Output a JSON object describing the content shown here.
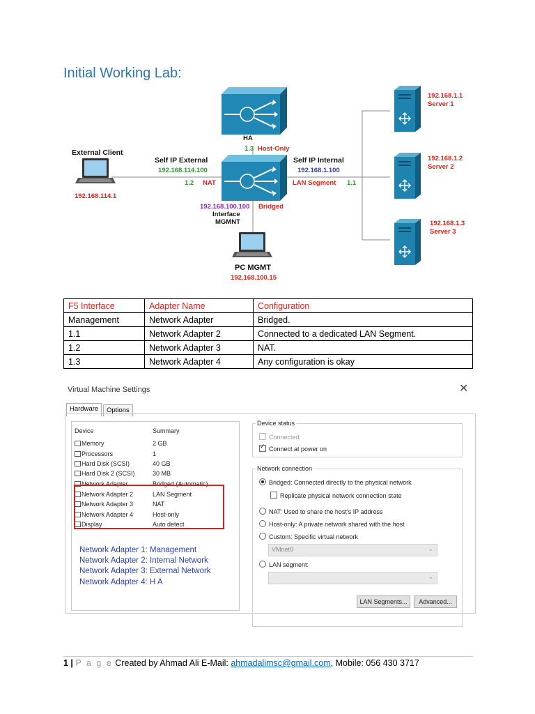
{
  "heading": "Initial Working Lab:",
  "diagram": {
    "ha_label": "HA",
    "ha_port": "1.3",
    "ha_mode": "Host-Only",
    "external_client": "External Client",
    "external_client_ip": "192.168.114.1",
    "self_ip_external": "Self IP External",
    "self_ip_external_value": "192.168.114.100",
    "ext_port": "1.2",
    "ext_mode": "NAT",
    "self_ip_internal": "Self IP Internal",
    "self_ip_internal_value": "192.168.1.100",
    "int_mode": "LAN Segment",
    "int_port": "1.1",
    "mgmt_ip": "192.168.100.100",
    "mgmt_mode": "Bridged",
    "mgmt_interface": "Interface",
    "mgmt_name": "MGMNT",
    "pc_mgmt": "PC MGMT",
    "pc_mgmt_ip": "192.168.100.15",
    "servers": [
      {
        "ip": "192.168.1.1",
        "name": "Server 1"
      },
      {
        "ip": "192.168.1.2",
        "name": "Server 2"
      },
      {
        "ip": "192.168.1.3",
        "name": "Server 3"
      }
    ]
  },
  "table": {
    "headers": [
      "F5 Interface",
      "Adapter Name",
      "Configuration"
    ],
    "rows": [
      [
        "Management",
        "Network Adapter",
        "Bridged."
      ],
      [
        "1.1",
        "Network Adapter 2",
        "Connected to a dedicated LAN Segment."
      ],
      [
        "1.2",
        "Network Adapter 3",
        "NAT."
      ],
      [
        "1.3",
        "Network Adapter 4",
        "Any configuration is okay"
      ]
    ]
  },
  "dialog": {
    "title": "Virtual Machine Settings",
    "close": "✕",
    "tabs": [
      "Hardware",
      "Options"
    ],
    "device_header": "Device",
    "summary_header": "Summary",
    "devices": [
      {
        "name": "Memory",
        "summary": "2 GB"
      },
      {
        "name": "Processors",
        "summary": "1"
      },
      {
        "name": "Hard Disk (SCSI)",
        "summary": "40 GB"
      },
      {
        "name": "Hard Disk 2 (SCSI)",
        "summary": "30 MB"
      },
      {
        "name": "Network Adapter",
        "summary": "Bridged (Automatic)"
      },
      {
        "name": "Network Adapter 2",
        "summary": "LAN Segment"
      },
      {
        "name": "Network Adapter 3",
        "summary": "NAT"
      },
      {
        "name": "Network Adapter 4",
        "summary": "Host-only"
      },
      {
        "name": "Display",
        "summary": "Auto detect"
      }
    ],
    "adapter_notes": [
      "Network Adapter  1: Management",
      "Network Adapter 2: Internal Network",
      "Network Adapter 3: External Network",
      "Network Adapter 4: H A"
    ],
    "device_status": {
      "legend": "Device status",
      "connected": "Connected",
      "connect_at_power_on": "Connect at power on"
    },
    "network_connection": {
      "legend": "Network connection",
      "bridged": "Bridged: Connected directly to the physical network",
      "replicate": "Replicate physical network connection state",
      "nat": "NAT: Used to share the host's IP address",
      "host_only": "Host-only: A private network shared with the host",
      "custom": "Custom: Specific virtual network",
      "vmnet_value": "VMnet0",
      "lan_segment": "LAN segment:",
      "lan_segment_value": ""
    },
    "buttons": {
      "lan_segments": "LAN Segments...",
      "advanced": "Advanced..."
    }
  },
  "footer": {
    "page_number": "1 |",
    "page_word": "P a g e",
    "created_by": "Created by Ahmad Ali E-Mail:",
    "email": "ahmadalimsc@gmail.com",
    "mobile": ", Mobile: 056 430 3717"
  }
}
